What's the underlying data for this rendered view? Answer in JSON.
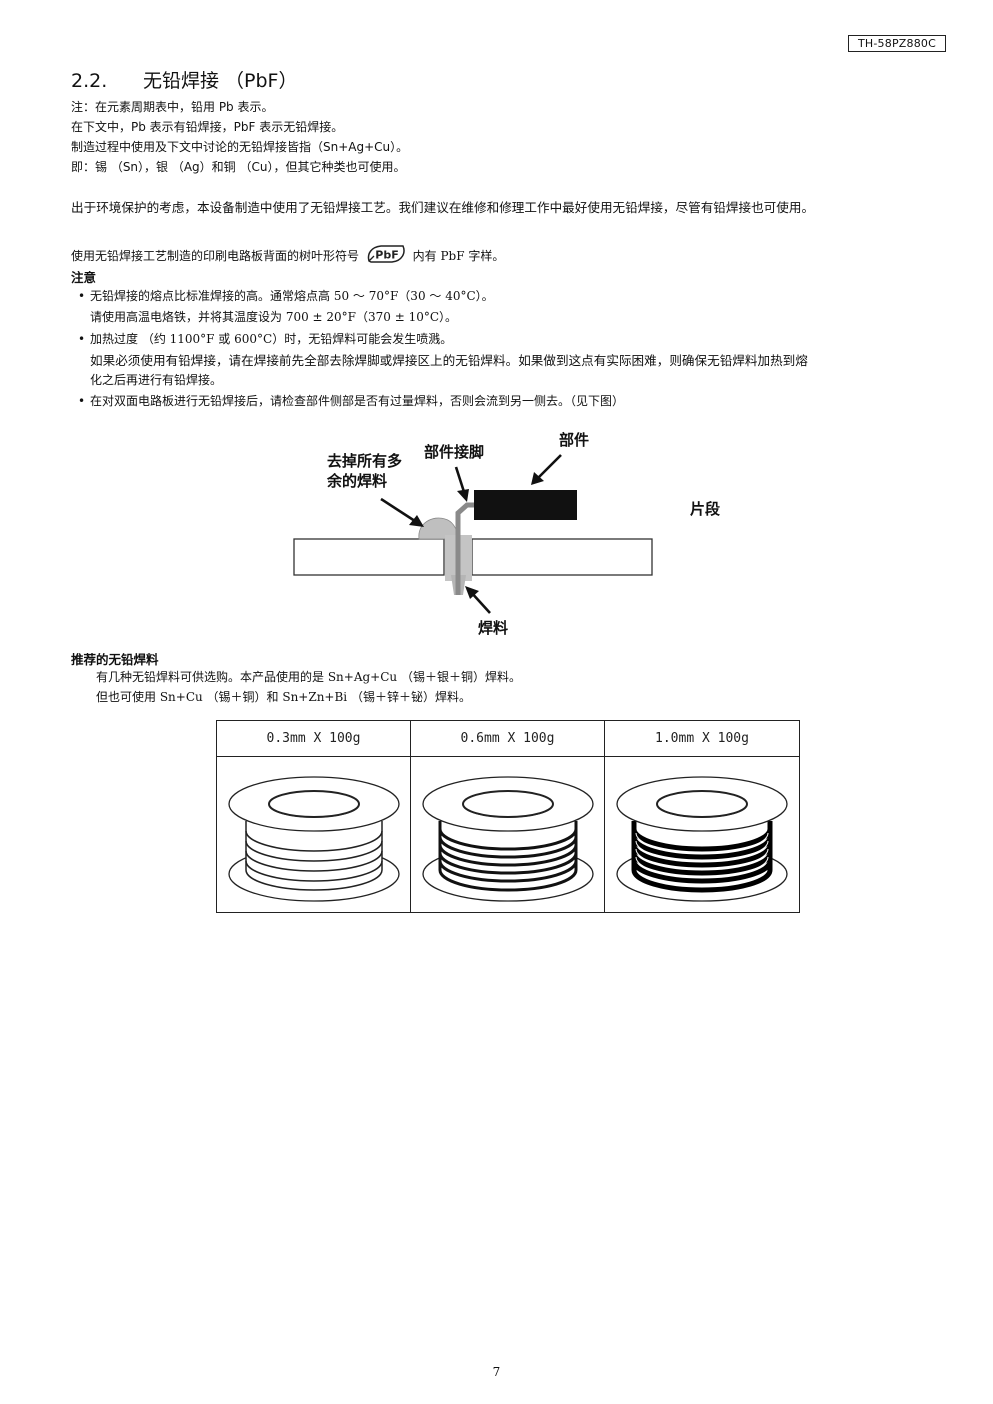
{
  "header": {
    "model": "TH-58PZ880C"
  },
  "section": {
    "number": "2.2.",
    "title": "无铅焊接 （PbF）"
  },
  "notes": [
    "注：在元素周期表中，铅用 Pb 表示。",
    "在下文中，Pb 表示有铅焊接，PbF 表示无铅焊接。",
    "制造过程中使用及下文中讨论的无铅焊接皆指（Sn+Ag+Cu）。",
    "即：锡 （Sn），银 （Ag）和铜 （Cu），但其它种类也可使用。"
  ],
  "env_paragraph": "出于环境保护的考虑，本设备制造中使用了无铅焊接工艺。我们建议在维修和修理工作中最好使用无铅焊接，尽管有铅焊接也可使用。",
  "symbol_line": {
    "before": "使用无铅焊接工艺制造的印刷电路板背面的树叶形符号",
    "symbol": "PbF",
    "after": "内有 PbF 字样。"
  },
  "caution": {
    "title": "注意",
    "items": [
      {
        "bullet": "•",
        "lines": [
          "无铅焊接的熔点比标准焊接的高。通常熔点高 50 ～ 70°F（30 ～ 40°C）。",
          "请使用高温电烙铁，并将其温度设为 700 ± 20°F（370 ± 10°C）。"
        ]
      },
      {
        "bullet": "•",
        "lines": [
          "加热过度 （约 1100°F 或 600°C）时，无铅焊料可能会发生喷溅。",
          "如果必须使用有铅焊接，请在焊接前先全部去除焊脚或焊接区上的无铅焊料。如果做到这点有实际困难，则确保无铅焊料加热到熔",
          "化之后再进行有铅焊接。"
        ]
      },
      {
        "bullet": "•",
        "lines": [
          "在对双面电路板进行无铅焊接后，请检查部件侧部是否有过量焊料，否则会流到另一侧去。（见下图）"
        ]
      }
    ]
  },
  "diagram": {
    "label_remove_line1": "去掉所有多",
    "label_remove_line2": "余的焊料",
    "label_lead": "部件接脚",
    "label_part": "部件",
    "label_segment": "片段",
    "label_solder": "焊料"
  },
  "recommended": {
    "title": "推荐的无铅焊料",
    "line1": "有几种无铅焊料可供选购。本产品使用的是 Sn+Ag+Cu （锡＋银＋铜）焊料。",
    "line2": "但也可使用 Sn+Cu （锡＋铜）和 Sn+Zn+Bi （锡＋锌＋铋）焊料。"
  },
  "solder_table": {
    "columns": [
      "0.3mm X 100g",
      "0.6mm X 100g",
      "1.0mm X 100g"
    ]
  },
  "footer": {
    "page_number": "7"
  }
}
